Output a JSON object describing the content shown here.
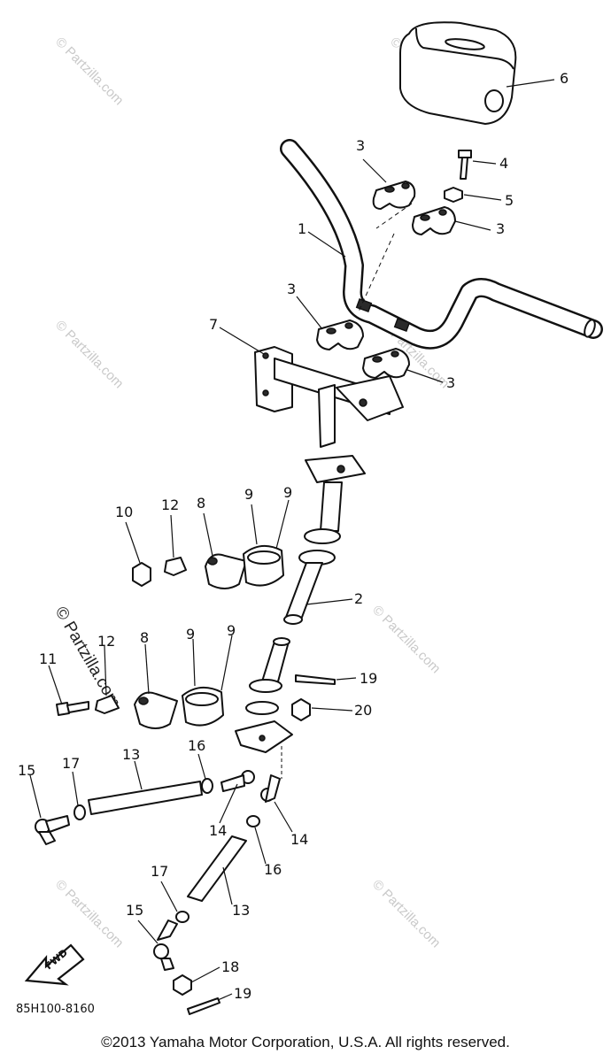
{
  "diagram": {
    "callouts": {
      "c1": "1",
      "c2": "2",
      "c3a": "3",
      "c3b": "3",
      "c3c": "3",
      "c3d": "3",
      "c4": "4",
      "c5": "5",
      "c6": "6",
      "c7": "7",
      "c8a": "8",
      "c8b": "8",
      "c9a": "9",
      "c9b": "9",
      "c9c": "9",
      "c9d": "9",
      "c10": "10",
      "c11": "11",
      "c12a": "12",
      "c12b": "12",
      "c13a": "13",
      "c13b": "13",
      "c14a": "14",
      "c14b": "14",
      "c15a": "15",
      "c15b": "15",
      "c16a": "16",
      "c16b": "16",
      "c17a": "17",
      "c17b": "17",
      "c18": "18",
      "c19a": "19",
      "c19b": "19",
      "c20": "20"
    },
    "fwd_label": "FWD",
    "diagram_code": "85H100-8160",
    "watermark": "© Partzilla.com"
  },
  "footer": {
    "copyright": "©2013  Yamaha Motor Corporation, U.S.A. All rights reserved."
  }
}
